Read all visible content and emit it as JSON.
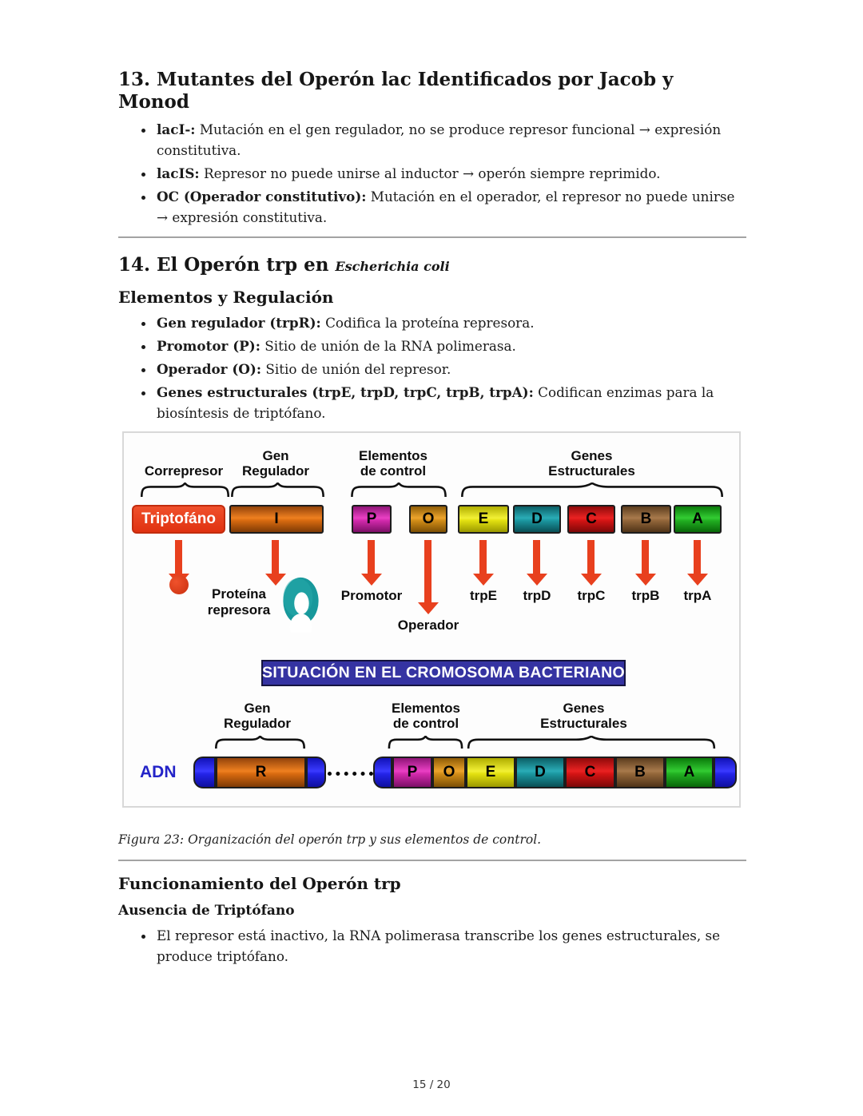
{
  "section13": {
    "title": "13. Mutantes del Operón lac Identificados por Jacob y Monod",
    "bullets": [
      {
        "lead": "lacI-:",
        "text": "Mutación en el gen regulador, no se produce represor funcional → expresión constitutiva."
      },
      {
        "lead": "lacIS:",
        "text": "Represor no puede unirse al inductor → operón siempre reprimido."
      },
      {
        "lead": "OC (Operador constitutivo):",
        "text": "Mutación en el operador, el represor no puede unirse → expresión constitutiva."
      }
    ]
  },
  "section14": {
    "title": "14. El Operón trp en",
    "title_species": "Escherichia coli",
    "subtitle": "Elementos y Regulación",
    "bullets": [
      {
        "lead": "Gen regulador (trpR):",
        "text": "Codifica la proteína represora."
      },
      {
        "lead": "Promotor (P):",
        "text": "Sitio de unión de la RNA polimerasa."
      },
      {
        "lead": "Operador (O):",
        "text": "Sitio de unión del represor."
      },
      {
        "lead": "Genes estructurales (trpE, trpD, trpC, trpB, trpA):",
        "text": "Codifican enzimas para la biosíntesis de triptófano."
      }
    ]
  },
  "figure": {
    "top_groups": [
      "Correpresor",
      "Gen\nRegulador",
      "Elementos\nde control",
      "Genes\nEstructurales"
    ],
    "top_boxes": [
      "Triptofáno",
      "I",
      "P",
      "O",
      "E",
      "D",
      "C",
      "B",
      "A"
    ],
    "molecule_labels": {
      "proteina_represora": "Proteína\nrepresora",
      "promotor": "Promotor",
      "operador": "Operador"
    },
    "gene_labels": [
      "trpE",
      "trpD",
      "trpC",
      "trpB",
      "trpA"
    ],
    "banner": "SITUACIÓN EN EL CROMOSOMA BACTERIANO",
    "bottom_groups": [
      "Gen\nRegulador",
      "Elementos\nde control",
      "Genes\nEstructurales"
    ],
    "adn": "ADN",
    "dna_segments": [
      "R",
      "P",
      "O",
      "E",
      "D",
      "C",
      "B",
      "A"
    ],
    "colors": {
      "tryptophan_red": "#e6391d",
      "gene_orange": "#e07818",
      "promoter_magenta": "#cc2fae",
      "operator_gold": "#d89a22",
      "trpE_yellow": "#e3e020",
      "trpD_teal": "#1b97a0",
      "trpC_red": "#d41919",
      "trpB_brown": "#8a6238",
      "trpA_green": "#26ad26",
      "dna_cap_blue": "#1b1be0",
      "banner_blue": "#3533a2",
      "arrow_red": "#e8401e",
      "repressor_teal": "#17989b"
    }
  },
  "figure_caption": "Figura 23: Organización del operón trp y sus elementos de control.",
  "functioning": {
    "title": "Funcionamiento del Operón trp",
    "subtitle": "Ausencia de Triptófano",
    "bullets": [
      {
        "lead": "",
        "text": "El represor está inactivo, la RNA polimerasa transcribe los genes estructurales, se produce triptófano."
      }
    ]
  },
  "footer": {
    "page_indicator": "15 / 20"
  }
}
